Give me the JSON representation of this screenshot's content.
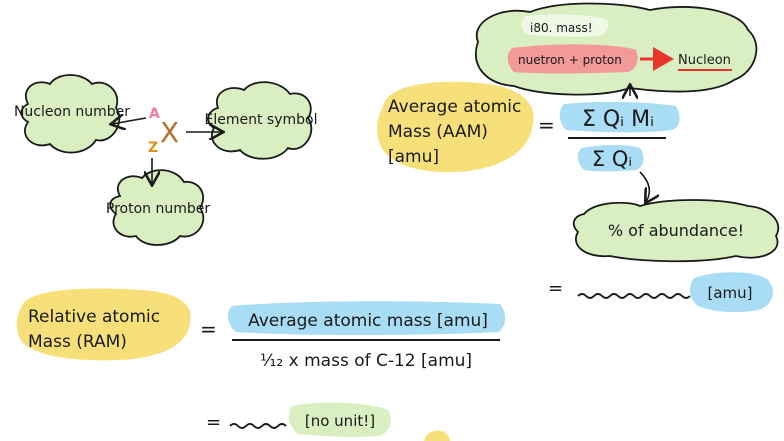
{
  "nuclide": {
    "nucleon_number_label": "Nucleon number",
    "nucleon_superscript": "A",
    "proton_subscript": "Z",
    "element_letter": "X",
    "element_symbol_label": "Element symbol",
    "proton_number_label": "Proton number"
  },
  "aam": {
    "label_line1": "Average atomic",
    "label_line2": "Mass (AAM)",
    "label_line3": "[amu]",
    "equals": "=",
    "numerator": "Σ Qᵢ Mᵢ",
    "denominator": "Σ Qᵢ",
    "note_line1": "i80. mass!",
    "note_line2": "nuetron + proton",
    "note_result": "Nucleon",
    "abundance_label": "% of abundance!",
    "result_equals": "=",
    "result_unit": "[amu]"
  },
  "ram": {
    "label_line1": "Relative atomic",
    "label_line2": "Mass (RAM)",
    "equals": "=",
    "numerator": "Average atomic mass [amu]",
    "denominator": "¹⁄₁₂ x mass of C-12 [amu]",
    "result_equals": "=",
    "result_unit": "[no unit!]"
  },
  "colors": {
    "green_cloud": "#d9efc2",
    "yellow_blob": "#f7e07a",
    "blue_highlight": "#a9dcf5",
    "red_highlight": "#f29a9a",
    "arrow_red": "#e8342a",
    "pink_letter": "#f07aa0",
    "orange_letter": "#e0901a",
    "ink": "#1a1a1a"
  }
}
